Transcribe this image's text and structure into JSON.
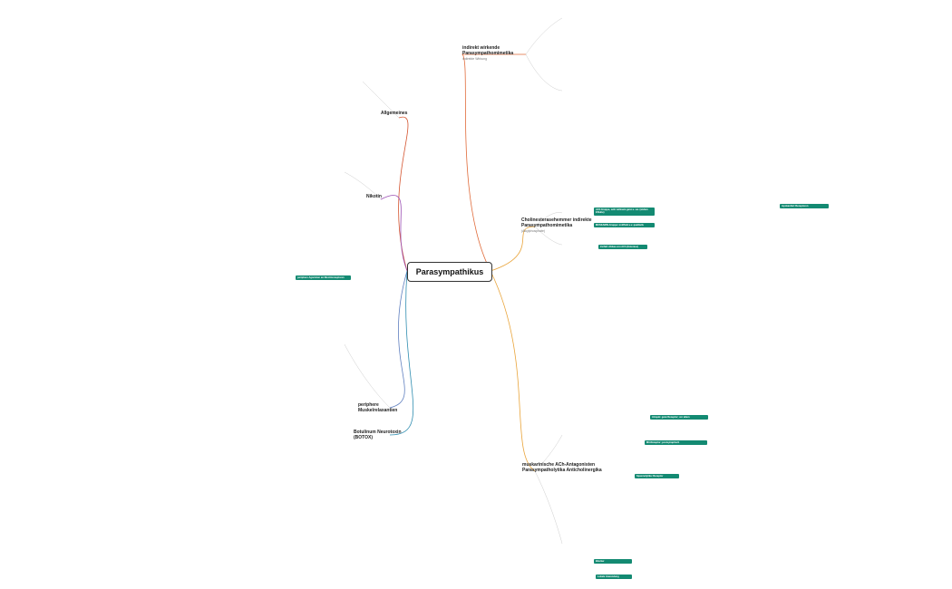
{
  "root": {
    "label": "Parasympathikus"
  },
  "branches": {
    "indirect_parasym": {
      "label": "indirekt wirkende Parasympathomimetika",
      "sub": "indirekte Wirkung",
      "color": "#e06b3a"
    },
    "direct_parasym": {
      "label": "Cholinesterasehemmer indirekte Parasympathomimetika",
      "sub": "(Alkylphosphate)",
      "color": "#e9a43a"
    },
    "allgemeines": {
      "label": "Allgemeines",
      "color": "#d4542f"
    },
    "nikotin": {
      "label": "Nikotin",
      "color": "#9b4fb3"
    },
    "muscarin_antag": {
      "label": "muskarinische ACh-Antagonisten Parasympatholytika Anticholinergika",
      "color": "#e9a43a"
    },
    "periphere_muskel": {
      "label": "periphere Muskelrelaxantien",
      "color": "#5f7fbf"
    },
    "botulinum": {
      "label": "Botulinum Neurotoxin (BOTOX)",
      "color": "#2f8db0"
    }
  },
  "badges": {
    "b1": "ACh Gruppe, sehr wirksam ganz u. sw. (andere Effekte)",
    "b2": "MUSKARIN-Gruppe: m.Effekt u.v. qualitativ",
    "b3": "Zerfall: Abbau von ACh (Esterase)",
    "b4": "myokardial: Rezeptoren",
    "b5": "Atropin: ganz Rezeptor; vor allem",
    "b6": "M3-Rezeptor; postsynaptisch",
    "b7": "Spasmolytika: Rezeptor",
    "b8": "Blocker",
    "b9": "Lokale Anwendung",
    "b10": "periphere Agonisten an Nicotinrezeptoren"
  },
  "colors": {
    "accent": "#138a72",
    "root_border": "#333333"
  }
}
